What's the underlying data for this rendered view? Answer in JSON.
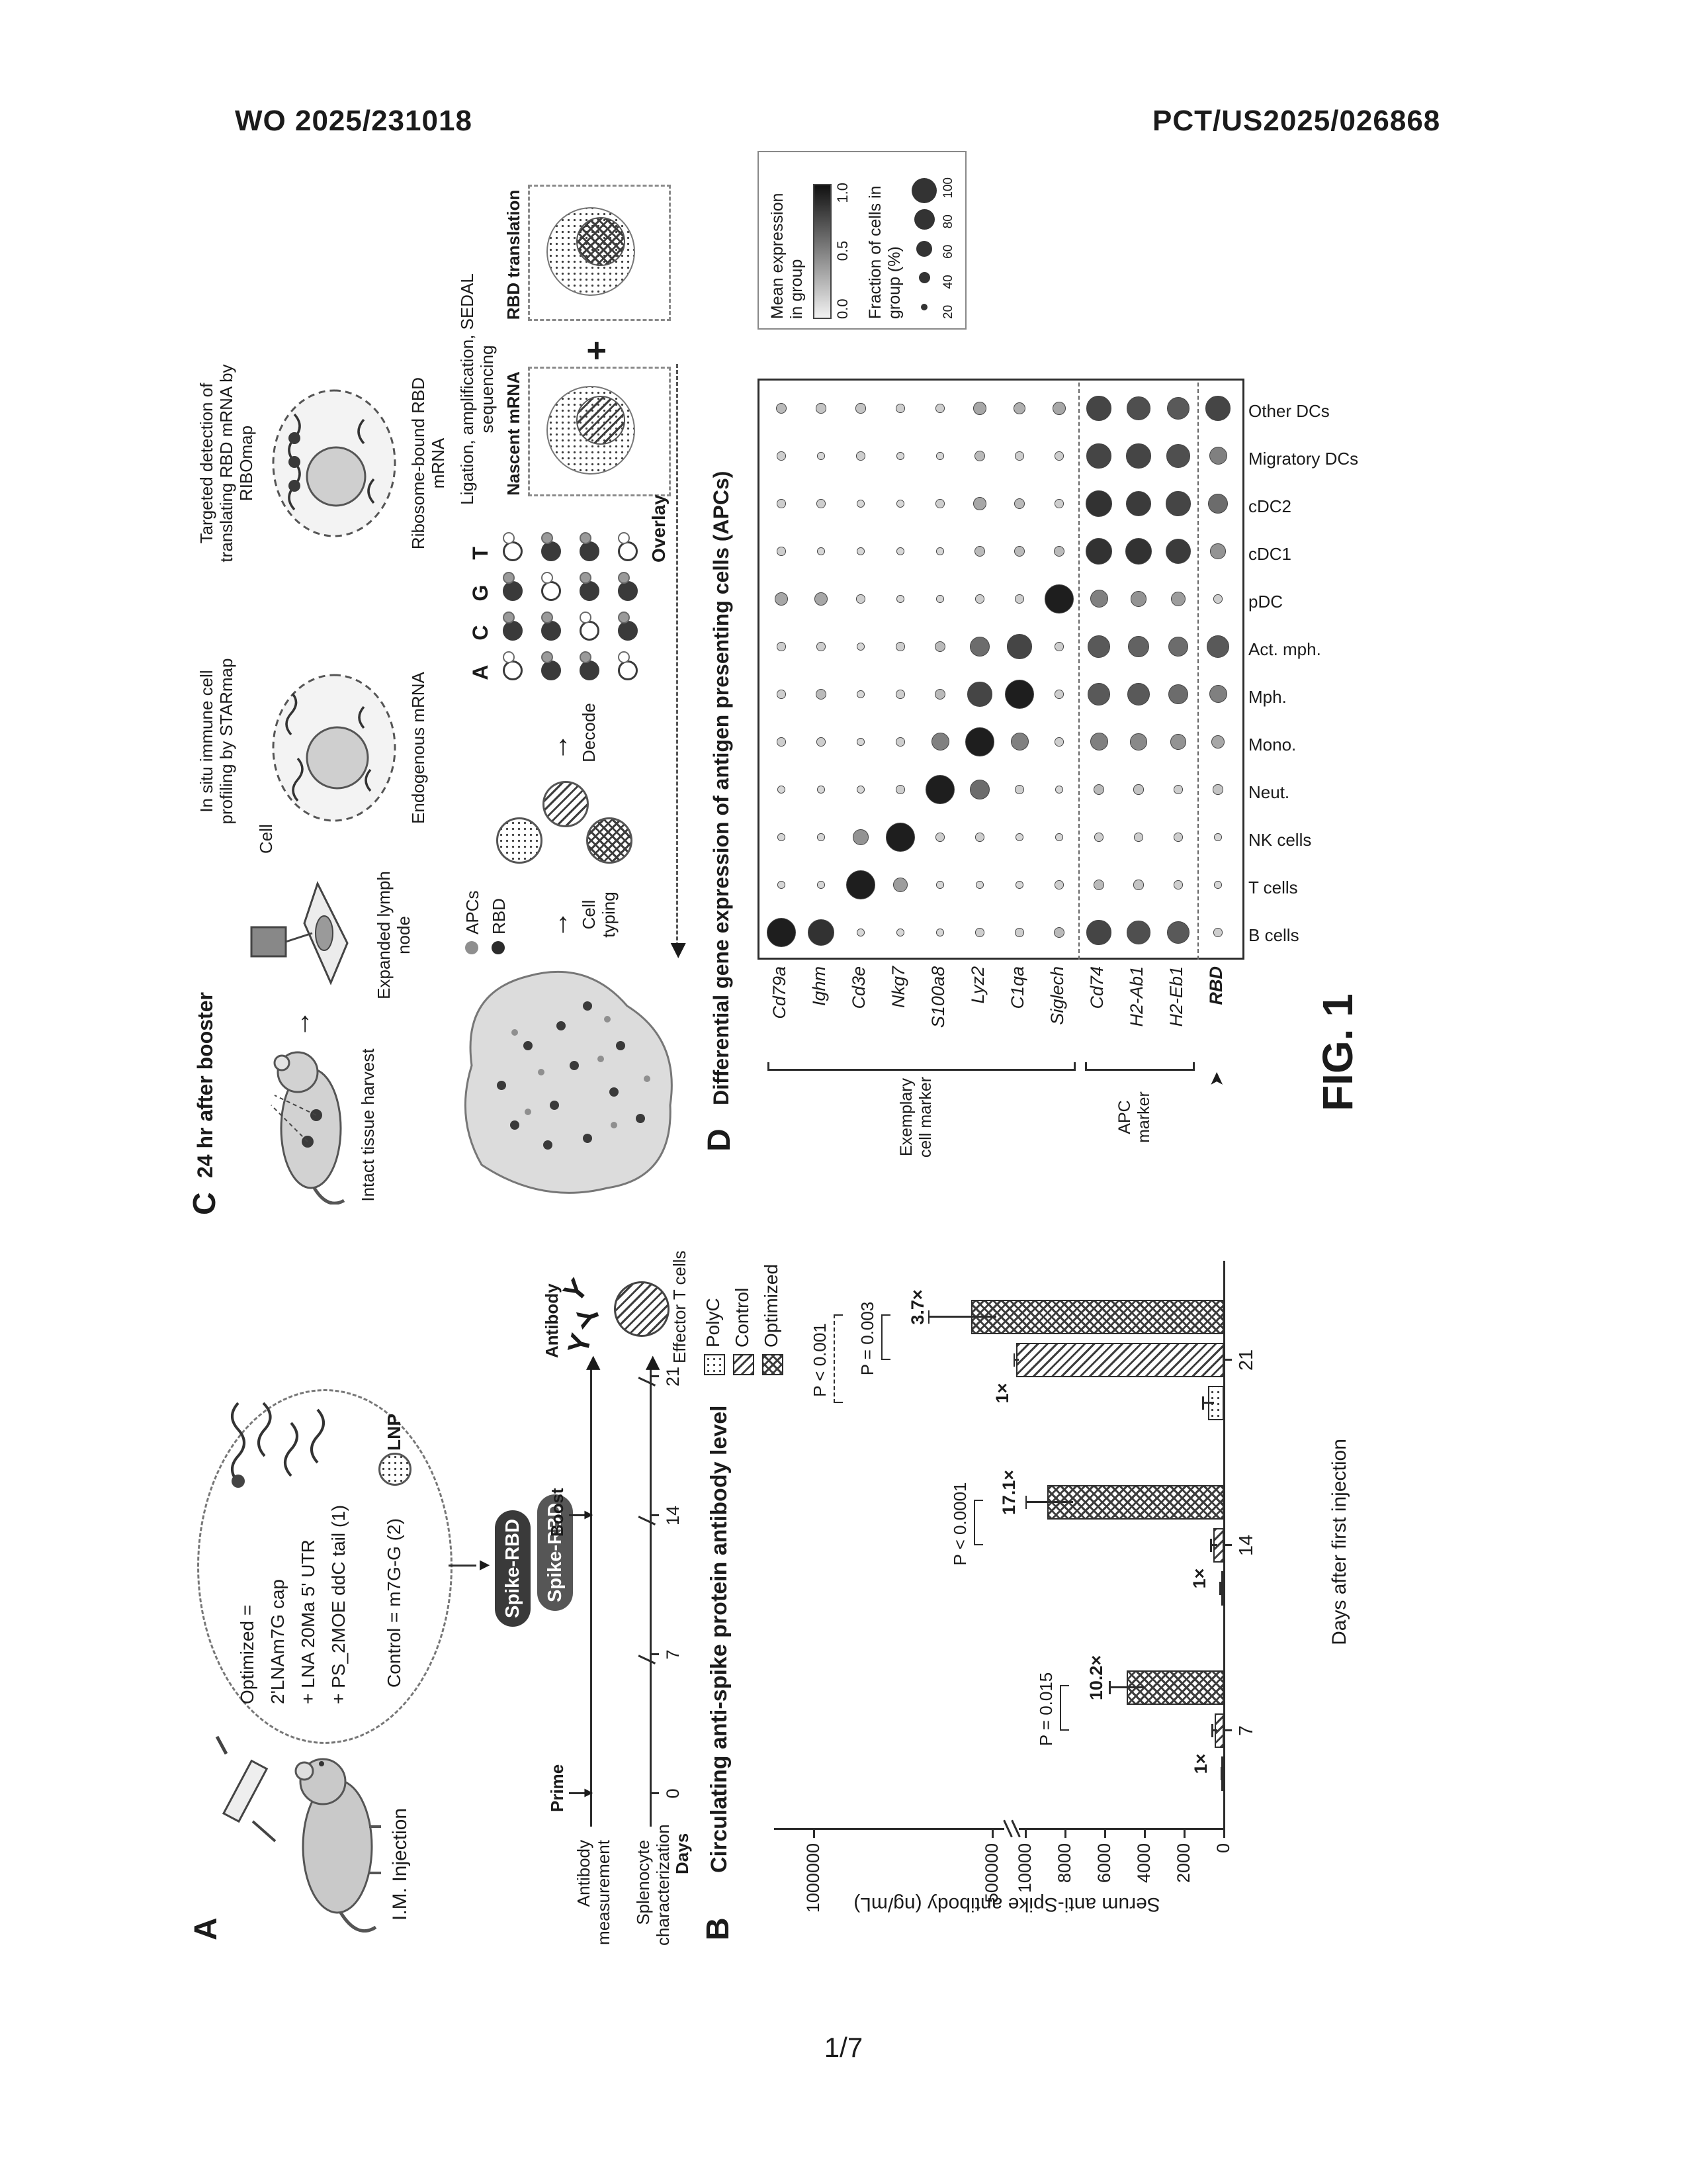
{
  "page": {
    "header_left": "WO 2025/231018",
    "header_right": "PCT/US2025/026868",
    "page_number": "1/7",
    "figure_label": "FIG. 1"
  },
  "panel_a": {
    "label": "A",
    "injection_label": "I.M. Injection",
    "construct": {
      "optimized_lines": [
        "Optimized =",
        "2'LNAm7G cap",
        "+ LNA 20Ma 5' UTR",
        "+ PS_2MOE ddC tail (1)"
      ],
      "control_line": "Control = m7G-G (2)",
      "lnp_label": "LNP"
    },
    "vaccine_pills": [
      "Spike-RBD",
      "Spike-RBD"
    ],
    "timeline": {
      "prime": "Prime",
      "boost": "Boost",
      "days_label": "Days",
      "days": [
        "0",
        "7",
        "14",
        "21"
      ],
      "row1": "Antibody measurement",
      "row2": "Splenocyte characterization",
      "antibody_label": "Antibody",
      "tcell_label": "Effector T cells"
    }
  },
  "panel_b": {
    "label": "B",
    "title": "Circulating anti-spike protein antibody level",
    "legend": [
      {
        "label": "PolyC",
        "pattern": "dots"
      },
      {
        "label": "Control",
        "pattern": "diag"
      },
      {
        "label": "Optimized",
        "pattern": "cross"
      }
    ]
  },
  "panel_c": {
    "label": "C",
    "title": "24 hr after booster",
    "harvest_label": "Intact tissue harvest",
    "lymph_label": "Expanded lymph node",
    "starmap_caption": "In situ immune cell profiling by STARmap",
    "cell_label": "Cell",
    "endo_label": "Endogenous mRNA",
    "ribomap_caption": "Targeted detection of translating RBD mRNA by RIBOmap",
    "ribo_label": "Ribosome-bound RBD mRNA",
    "celltyping_label": "Cell typing",
    "decode_label": "Decode",
    "bases": [
      "A",
      "C",
      "G",
      "T"
    ],
    "seq_label": "Ligation, amplification, SEDAL sequencing",
    "box1_label": "Nascent mRNA",
    "plus": "+",
    "box2_label": "RBD translation",
    "overlay_label": "Overlay",
    "legend": [
      "APCs",
      "RBD"
    ]
  },
  "panel_d": {
    "label": "D",
    "title": "Differential gene expression of antigen presenting cells (APCs)"
  },
  "chart_data": [
    {
      "type": "bar",
      "title": "Circulating anti-spike protein antibody level",
      "xlabel": "Days after first injection",
      "ylabel": "Serum anti-Spike antibody (ng/mL)",
      "categories": [
        "7",
        "14",
        "21"
      ],
      "series": [
        {
          "name": "PolyC",
          "values": [
            120,
            150,
            800
          ],
          "errors": [
            60,
            80,
            300
          ]
        },
        {
          "name": "Control",
          "values": [
            480,
            520,
            150000
          ],
          "errors": [
            150,
            180,
            40000
          ]
        },
        {
          "name": "Optimized",
          "values": [
            4900,
            8900,
            560000
          ],
          "errors": [
            900,
            1300,
            120000
          ]
        }
      ],
      "y_ticks": [
        0,
        2000,
        4000,
        6000,
        8000,
        10000,
        500000,
        1000000
      ],
      "axis_break": [
        10000,
        500000
      ],
      "ylim": [
        0,
        1000000
      ],
      "grid": false,
      "legend_position": "top-right",
      "fold_labels": [
        {
          "day": "7",
          "control": "1×",
          "optimized": "10.2×"
        },
        {
          "day": "14",
          "control": "1×",
          "optimized": "17.1×"
        },
        {
          "day": "21",
          "control": "1×",
          "optimized": "3.7×"
        }
      ],
      "p_values": [
        {
          "day": "7",
          "text": "P = 0.015"
        },
        {
          "day": "14",
          "text": "P < 0.0001"
        },
        {
          "day": "21",
          "text": "P = 0.003"
        },
        {
          "day": "21",
          "text": "P < 0.001"
        }
      ]
    },
    {
      "type": "heatmap",
      "title": "Differential gene expression of antigen presenting cells (APCs)",
      "gene_groups": [
        {
          "label": "Exemplary cell marker",
          "genes": [
            "Cd79a",
            "Ighm",
            "Cd3e",
            "Nkg7",
            "S100a8",
            "Lyz2",
            "C1qa",
            "Siglech"
          ]
        },
        {
          "label": "APC marker",
          "genes": [
            "Cd74",
            "H2-Ab1",
            "H2-Eb1"
          ]
        },
        {
          "label": "",
          "genes": [
            "RBD"
          ]
        }
      ],
      "cell_types": [
        "B cells",
        "T cells",
        "NK cells",
        "Neut.",
        "Mono.",
        "Mph.",
        "Act. mph.",
        "pDC",
        "cDC1",
        "cDC2",
        "Migratory DCs",
        "Other DCs"
      ],
      "values": {
        "Cd79a": [
          1.0,
          0.05,
          0.05,
          0.05,
          0.1,
          0.1,
          0.1,
          0.3,
          0.1,
          0.1,
          0.1,
          0.2
        ],
        "Ighm": [
          0.9,
          0.05,
          0.05,
          0.05,
          0.1,
          0.2,
          0.1,
          0.3,
          0.05,
          0.1,
          0.05,
          0.15
        ],
        "Cd3e": [
          0.05,
          1.0,
          0.4,
          0.05,
          0.05,
          0.05,
          0.05,
          0.1,
          0.05,
          0.05,
          0.1,
          0.15
        ],
        "Nkg7": [
          0.05,
          0.35,
          1.0,
          0.1,
          0.1,
          0.1,
          0.1,
          0.05,
          0.05,
          0.05,
          0.05,
          0.1
        ],
        "S100a8": [
          0.05,
          0.05,
          0.1,
          1.0,
          0.5,
          0.2,
          0.2,
          0.05,
          0.05,
          0.1,
          0.05,
          0.1
        ],
        "Lyz2": [
          0.1,
          0.05,
          0.1,
          0.6,
          1.0,
          0.8,
          0.6,
          0.1,
          0.2,
          0.3,
          0.2,
          0.3
        ],
        "C1qa": [
          0.1,
          0.05,
          0.05,
          0.1,
          0.5,
          1.0,
          0.8,
          0.1,
          0.2,
          0.2,
          0.1,
          0.25
        ],
        "Siglech": [
          0.2,
          0.1,
          0.05,
          0.05,
          0.1,
          0.1,
          0.1,
          1.0,
          0.2,
          0.1,
          0.1,
          0.3
        ],
        "Cd74": [
          0.8,
          0.2,
          0.1,
          0.2,
          0.5,
          0.7,
          0.7,
          0.5,
          0.9,
          0.9,
          0.8,
          0.8
        ],
        "H2-Ab1": [
          0.75,
          0.15,
          0.1,
          0.15,
          0.45,
          0.7,
          0.65,
          0.4,
          0.9,
          0.85,
          0.8,
          0.75
        ],
        "H2-Eb1": [
          0.7,
          0.1,
          0.1,
          0.1,
          0.4,
          0.6,
          0.6,
          0.35,
          0.85,
          0.8,
          0.75,
          0.7
        ],
        "RBD": [
          0.1,
          0.05,
          0.05,
          0.15,
          0.3,
          0.5,
          0.7,
          0.1,
          0.4,
          0.6,
          0.5,
          0.8
        ]
      },
      "legend": {
        "expression_label": "Mean expression in group",
        "expression_ticks": [
          "0.0",
          "0.5",
          "1.0"
        ],
        "fraction_label": "Fraction of cells in group (%)",
        "fraction_sizes": [
          "20",
          "40",
          "60",
          "80",
          "100"
        ]
      }
    }
  ]
}
